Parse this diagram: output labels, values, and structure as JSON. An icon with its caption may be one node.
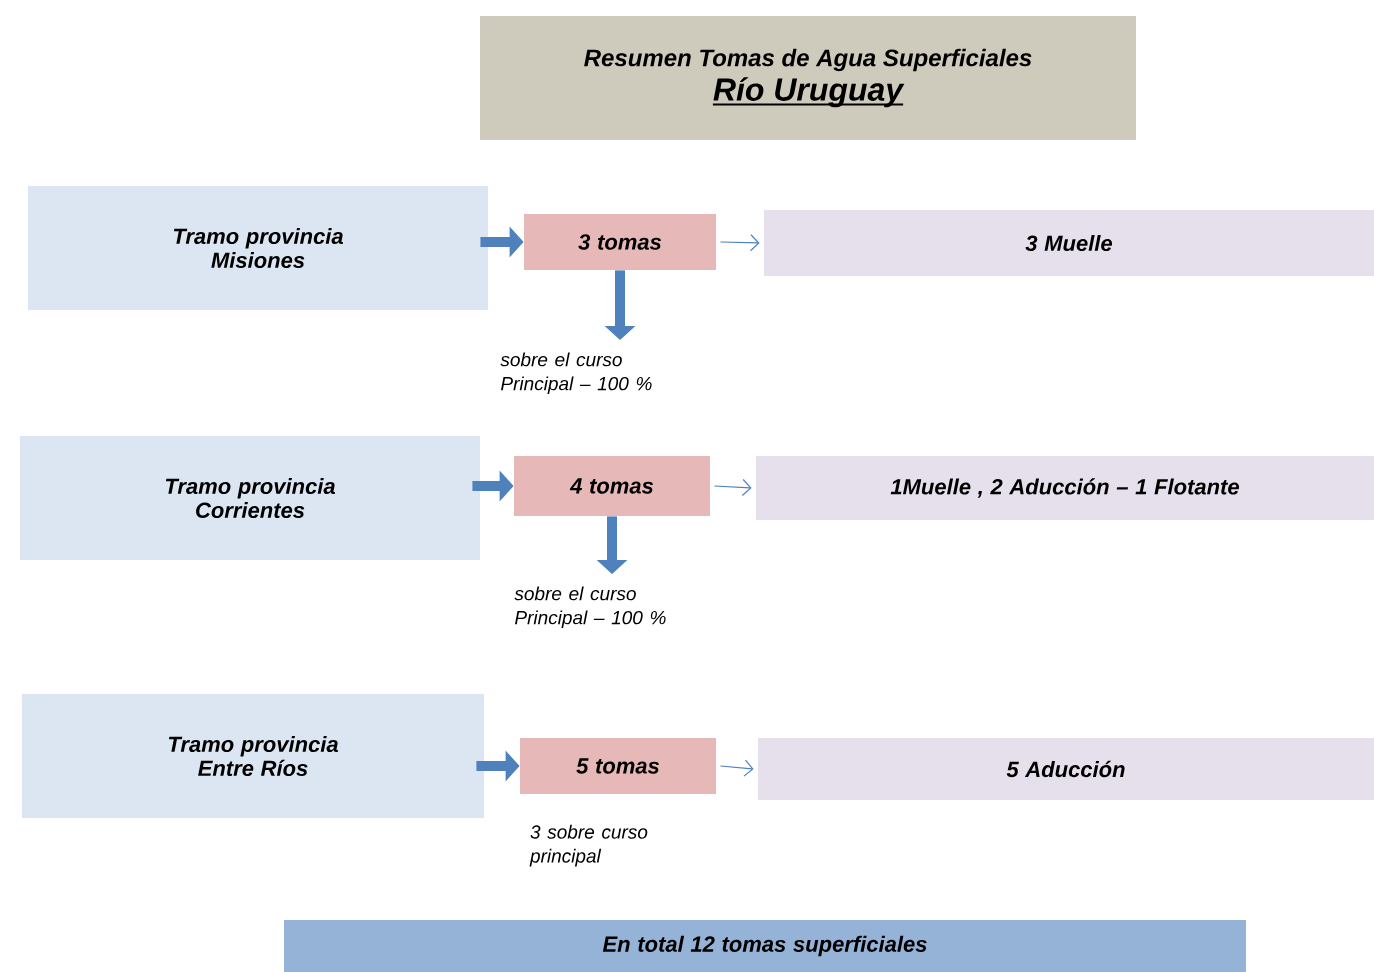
{
  "diagram": {
    "nodes": [
      {
        "text": [
          "Resumen Tomas de Agua Superficiales",
          "Río Uruguay"
        ]
      },
      {
        "text": [
          "Tramo provincia Misiones"
        ]
      },
      {
        "text": [
          "3 tomas"
        ]
      },
      {
        "text": [
          "3 Muelle"
        ]
      },
      {
        "text": [
          "sobre el curso Principal – 100 %"
        ]
      },
      {
        "text": [
          "Tramo provincia Corrientes"
        ]
      },
      {
        "text": [
          "4 tomas"
        ]
      },
      {
        "text": [
          "1Muelle , 2 Aducción – 1 Flotante"
        ]
      },
      {
        "text": [
          "sobre el curso Principal – 100 %"
        ]
      },
      {
        "text": [
          "Tramo provincia Entre Ríos"
        ]
      },
      {
        "text": [
          "5 tomas"
        ],
        "beside": [
          "3 sobre curso principal"
        ]
      },
      {
        "text": [
          "5 Aducción"
        ]
      },
      {
        "text": [
          "En total 12  tomas superficiales"
        ]
      }
    ],
    "edges": [
      {
        "from": 1,
        "to": 2,
        "arrow": "to"
      },
      {
        "from": 2,
        "to": 3,
        "arrow": "to"
      },
      {
        "from": 2,
        "to": 4,
        "arrow": "to"
      },
      {
        "from": 5,
        "to": 6,
        "arrow": "to"
      },
      {
        "from": 6,
        "to": 7,
        "arrow": "to"
      },
      {
        "from": 6,
        "to": 8,
        "arrow": "to"
      },
      {
        "from": 9,
        "to": 10,
        "arrow": "to"
      },
      {
        "from": 10,
        "to": 11,
        "arrow": "to"
      }
    ]
  }
}
